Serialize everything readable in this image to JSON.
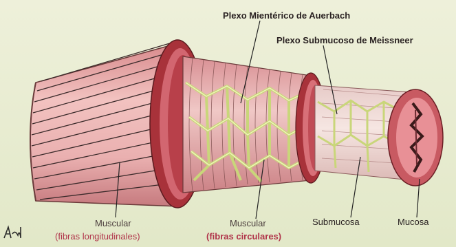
{
  "labels": {
    "auerbach": "Plexo Mientérico de Auerbach",
    "meissner": "Plexo Submucoso de Meissneer",
    "muscular_long_1": "Muscular",
    "muscular_long_2": "(fibras longitudinales)",
    "muscular_circ_1": "Muscular",
    "muscular_circ_2": "(fibras circulares)",
    "submucosa": "Submucosa",
    "mucosa": "Mucosa"
  },
  "signature": "Avdo",
  "colors": {
    "background": "#e8ecd2",
    "muscle_pink": "#e8a9a8",
    "muscle_line": "#3a2a2a",
    "ring_dark": "#b0343c",
    "nerve_plexus": "#d8e29a",
    "submucosa": "#eedad6",
    "mucosa": "#c4565e"
  }
}
